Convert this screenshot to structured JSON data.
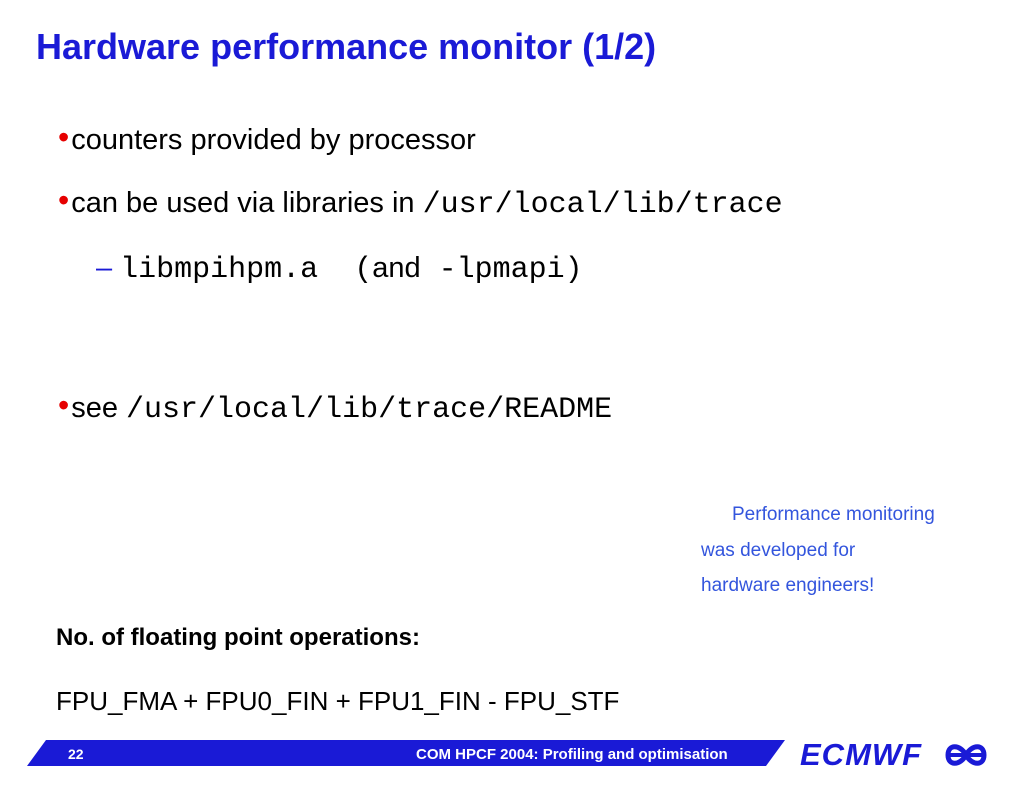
{
  "slide": {
    "title": "Hardware performance monitor (1/2)",
    "bullets": {
      "b1_text": "counters provided by processor",
      "b2_text": "can be used via libraries in ",
      "b2_code": "/usr/local/lib/trace",
      "sub_code": "libmpihpm.a",
      "sub_paren_open": "(",
      "sub_and": "and",
      "sub_code2": "-lpmapi",
      "sub_paren_close": ")",
      "b3_text": "see ",
      "b3_code": "/usr/local/lib/trace/README"
    },
    "note": {
      "line1": "Performance monitoring",
      "line2": "was developed for",
      "line3": "hardware engineers!"
    },
    "flops_heading": "No. of floating point operations:",
    "flops_formula": "FPU_FMA  +  FPU0_FIN + FPU1_FIN  - FPU_STF"
  },
  "footer": {
    "page_number": "22",
    "text": "COM HPCF 2004:  Profiling and optimisation",
    "logo": "ECMWF",
    "logo_icon": "ecmwf-logo-icon",
    "bar_color": "#1a1ad6"
  }
}
